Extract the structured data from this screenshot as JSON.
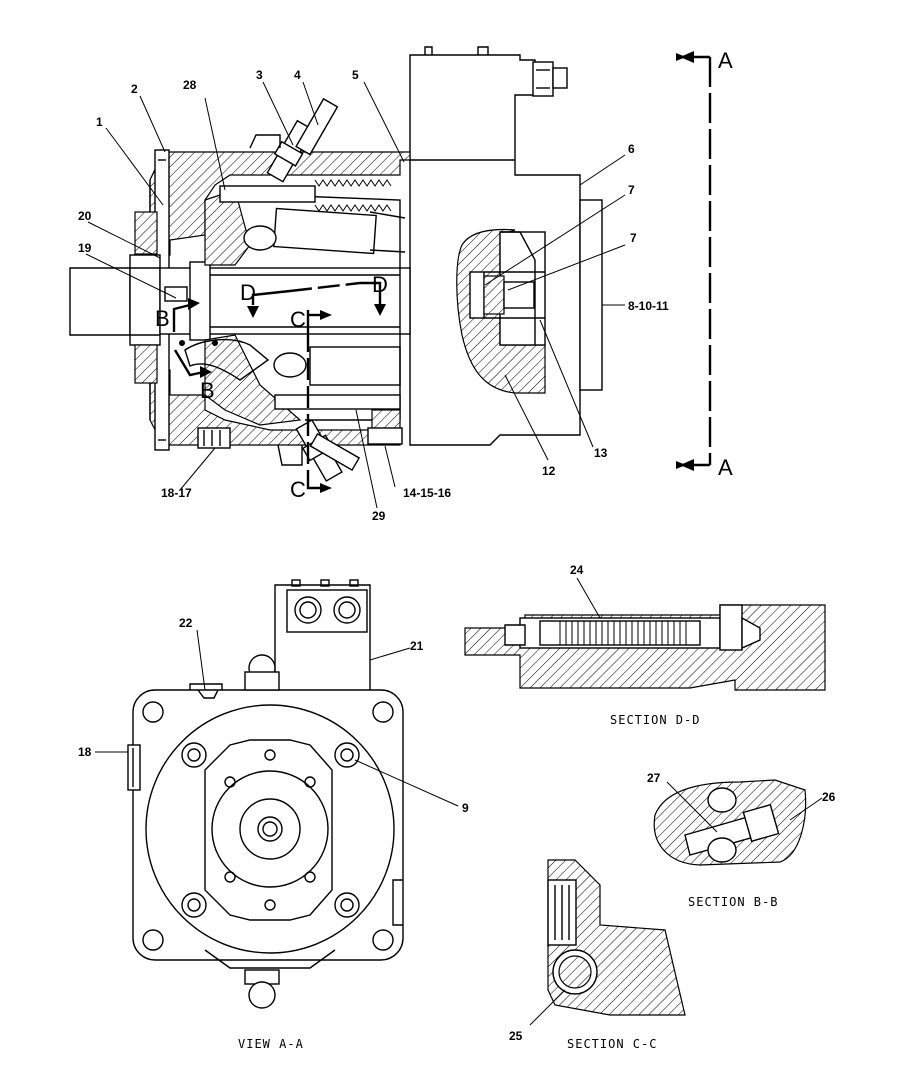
{
  "callouts": {
    "c1": "1",
    "c2": "2",
    "c3": "3",
    "c4": "4",
    "c5": "5",
    "c6": "6",
    "c7a": "7",
    "c7b": "7",
    "c8": "8-10-11",
    "c9": "9",
    "c12": "12",
    "c13": "13",
    "c14": "14-15-16",
    "c18_17": "18-17",
    "c18": "18",
    "c19": "19",
    "c20": "20",
    "c21": "21",
    "c22": "22",
    "c24": "24",
    "c25": "25",
    "c26": "26",
    "c27": "27",
    "c28": "28",
    "c29": "29"
  },
  "section_marks": {
    "a_top": "A",
    "a_bottom": "A",
    "b_top": "B",
    "b_bottom": "B",
    "c_top": "C",
    "c_bottom": "C",
    "d_left": "D",
    "d_right": "D"
  },
  "captions": {
    "view_aa": "VIEW A-A",
    "section_dd": "SECTION D-D",
    "section_bb": "SECTION B-B",
    "section_cc": "SECTION C-C"
  }
}
